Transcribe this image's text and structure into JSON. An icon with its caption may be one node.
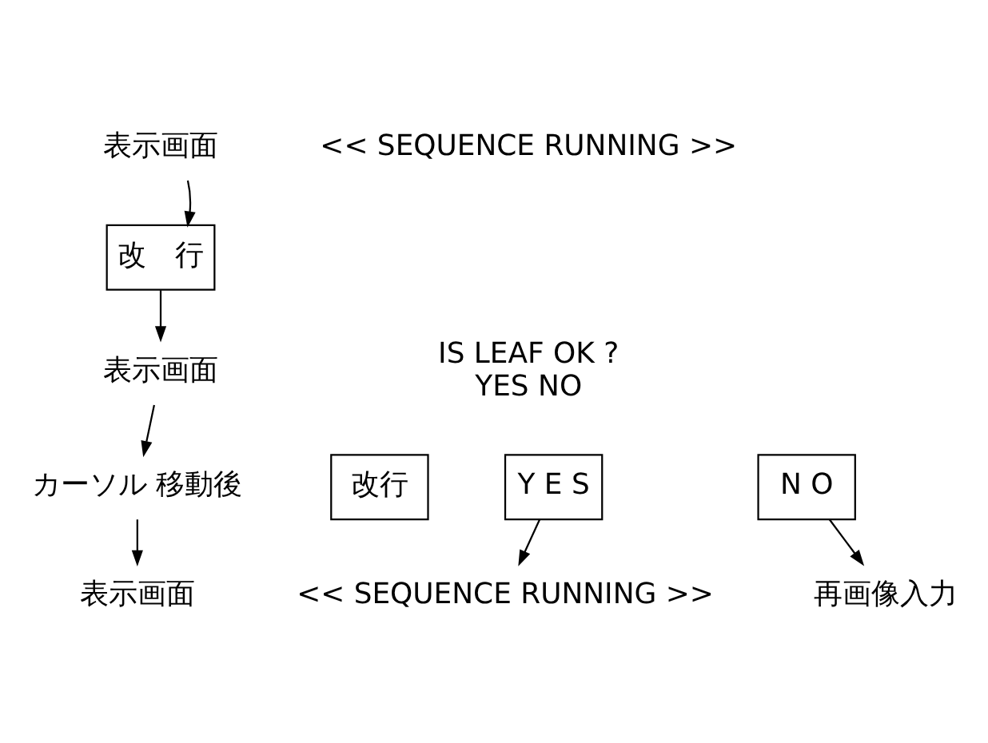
{
  "diagram": {
    "nodes": [
      {
        "text": [
          "表示画面"
        ]
      },
      {
        "text": [
          "改　行"
        ]
      },
      {
        "text": [
          "表示画面"
        ]
      },
      {
        "text": [
          "カーソル 移動後"
        ]
      },
      {
        "text": [
          "改行"
        ]
      },
      {
        "text": [
          "表示画面"
        ]
      },
      {
        "text": [
          "<< SEQUENCE RUNNING >>"
        ]
      },
      {
        "text": [
          "IS LEAF OK ?",
          "YES NO"
        ]
      },
      {
        "text": [
          "Y E S"
        ]
      },
      {
        "text": [
          "N O"
        ]
      },
      {
        "text": [
          "再画像入力"
        ]
      },
      {
        "text": [
          "<< SEQUENCE RUNNING >>"
        ]
      }
    ],
    "edges": [
      {
        "from": 0,
        "to": 1,
        "arrow": "to"
      },
      {
        "from": 1,
        "to": 2,
        "arrow": "to"
      },
      {
        "from": 2,
        "to": 3,
        "arrow": "to"
      },
      {
        "from": 3,
        "to": 5,
        "arrow": "to"
      },
      {
        "from": 8,
        "to": 11,
        "arrow": "to"
      },
      {
        "from": 9,
        "to": 10,
        "arrow": "to"
      }
    ]
  }
}
